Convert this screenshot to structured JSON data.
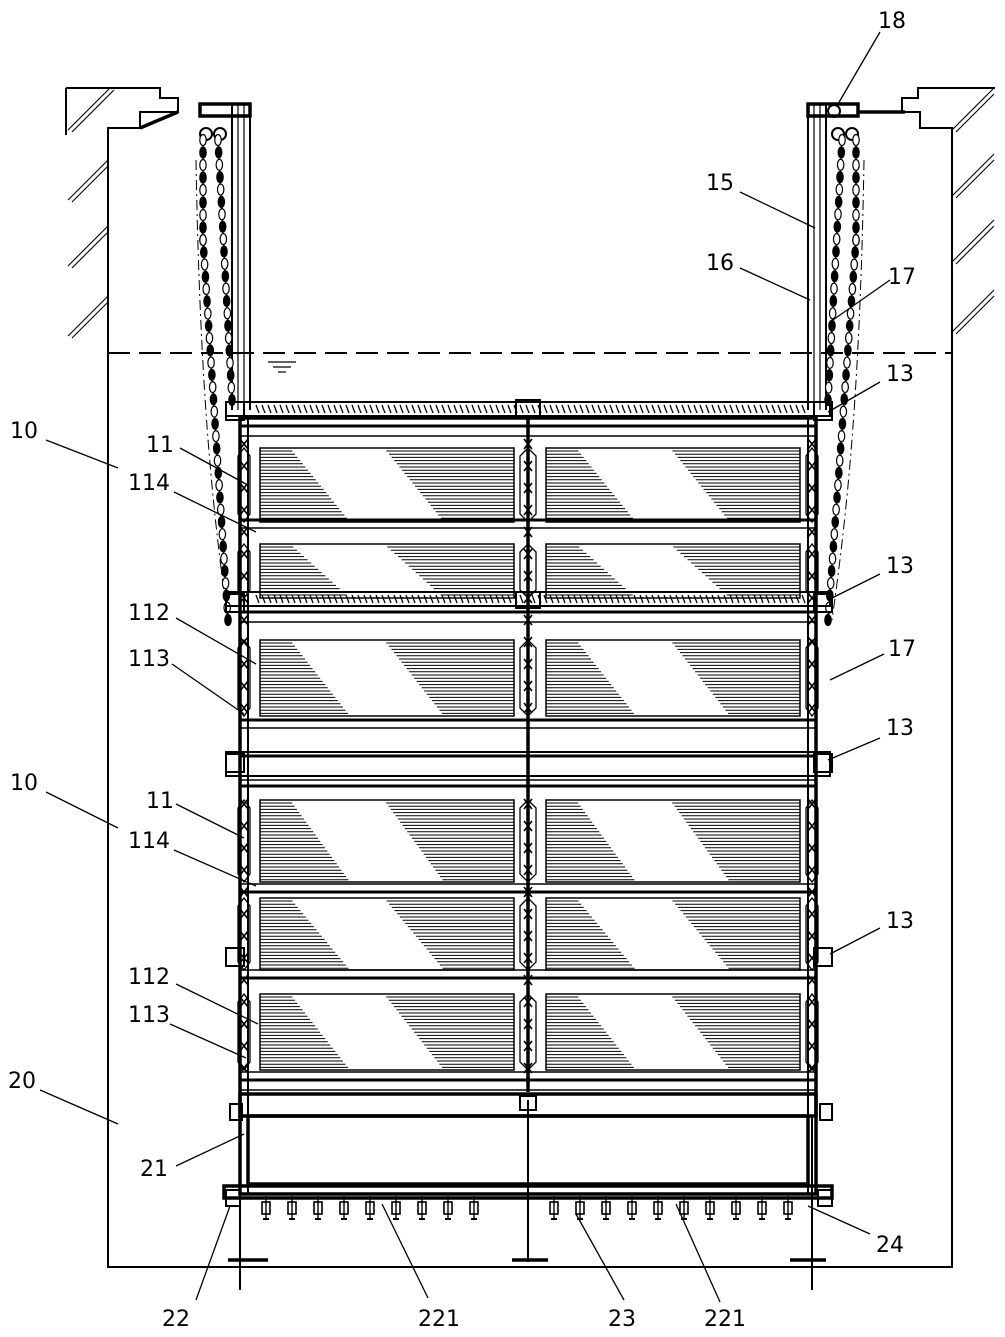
{
  "labels": {
    "l18": "18",
    "l15": "15",
    "l16": "16",
    "l17a": "17",
    "l13a": "13",
    "l10a": "10",
    "l11a": "11",
    "l114a": "114",
    "l13b": "13",
    "l112a": "112",
    "l113a": "113",
    "l17b": "17",
    "l13c": "13",
    "l10b": "10",
    "l11b": "11",
    "l114b": "114",
    "l13d": "13",
    "l112b": "112",
    "l113b": "113",
    "l20": "20",
    "l21": "21",
    "l24": "24",
    "l22": "22",
    "l221a": "221",
    "l23": "23",
    "l221b": "221"
  }
}
